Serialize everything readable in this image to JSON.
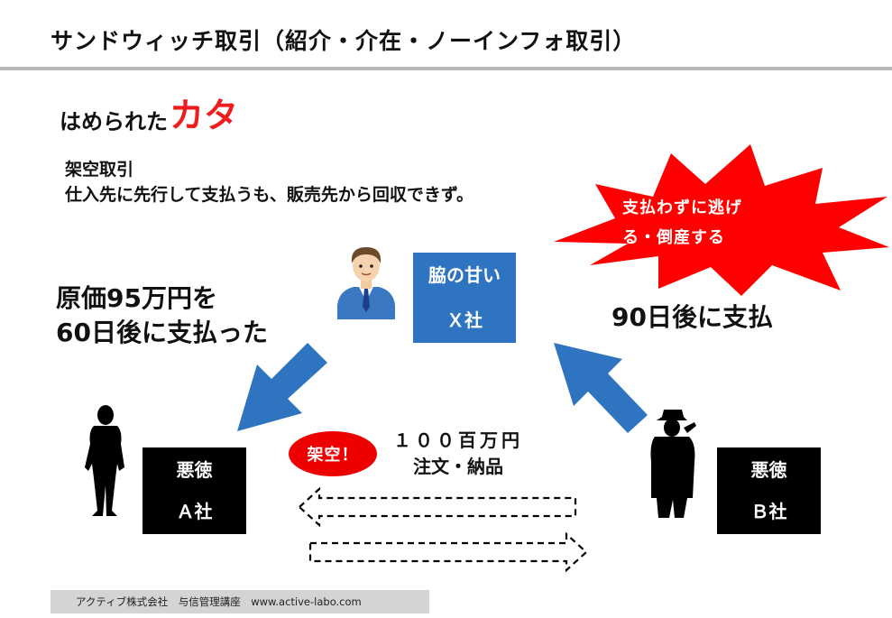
{
  "header": {
    "title": "サンドウィッチ取引（紹介・介在・ノーインフォ取引）"
  },
  "subtitle": {
    "prefix": "はめられた",
    "accent": "カタ",
    "accent_color": "#ee1c1c"
  },
  "description": {
    "line1": "架空取引",
    "line2": "仕入先に先行して支払うも、販売先から回収できず。"
  },
  "burst": {
    "line1": "支払わずに逃げ",
    "line2": "る・倒産する",
    "color": "#ff0000"
  },
  "company_x": {
    "line1": "脇の甘い",
    "line2": "Ｘ社",
    "color": "#2e74c0"
  },
  "company_a": {
    "line1": "悪徳",
    "line2": "Ａ社"
  },
  "company_b": {
    "line1": "悪徳",
    "line2": "Ｂ社"
  },
  "payment_to_a": {
    "line1": "原価95万円を",
    "line2": "60日後に支払った"
  },
  "payment_from_b": {
    "label": "90日後に支払"
  },
  "fake_badge": {
    "label": "架空！"
  },
  "order": {
    "amount": "１００百万円",
    "items": "注文・納品"
  },
  "footer": {
    "text": "アクティブ株式会社　与信管理講座　www.active-labo.com"
  },
  "icons": [
    "businessman-icon",
    "silhouette-man-icon",
    "silhouette-spy-icon",
    "arrow-icon",
    "dashed-arrow-icon"
  ]
}
